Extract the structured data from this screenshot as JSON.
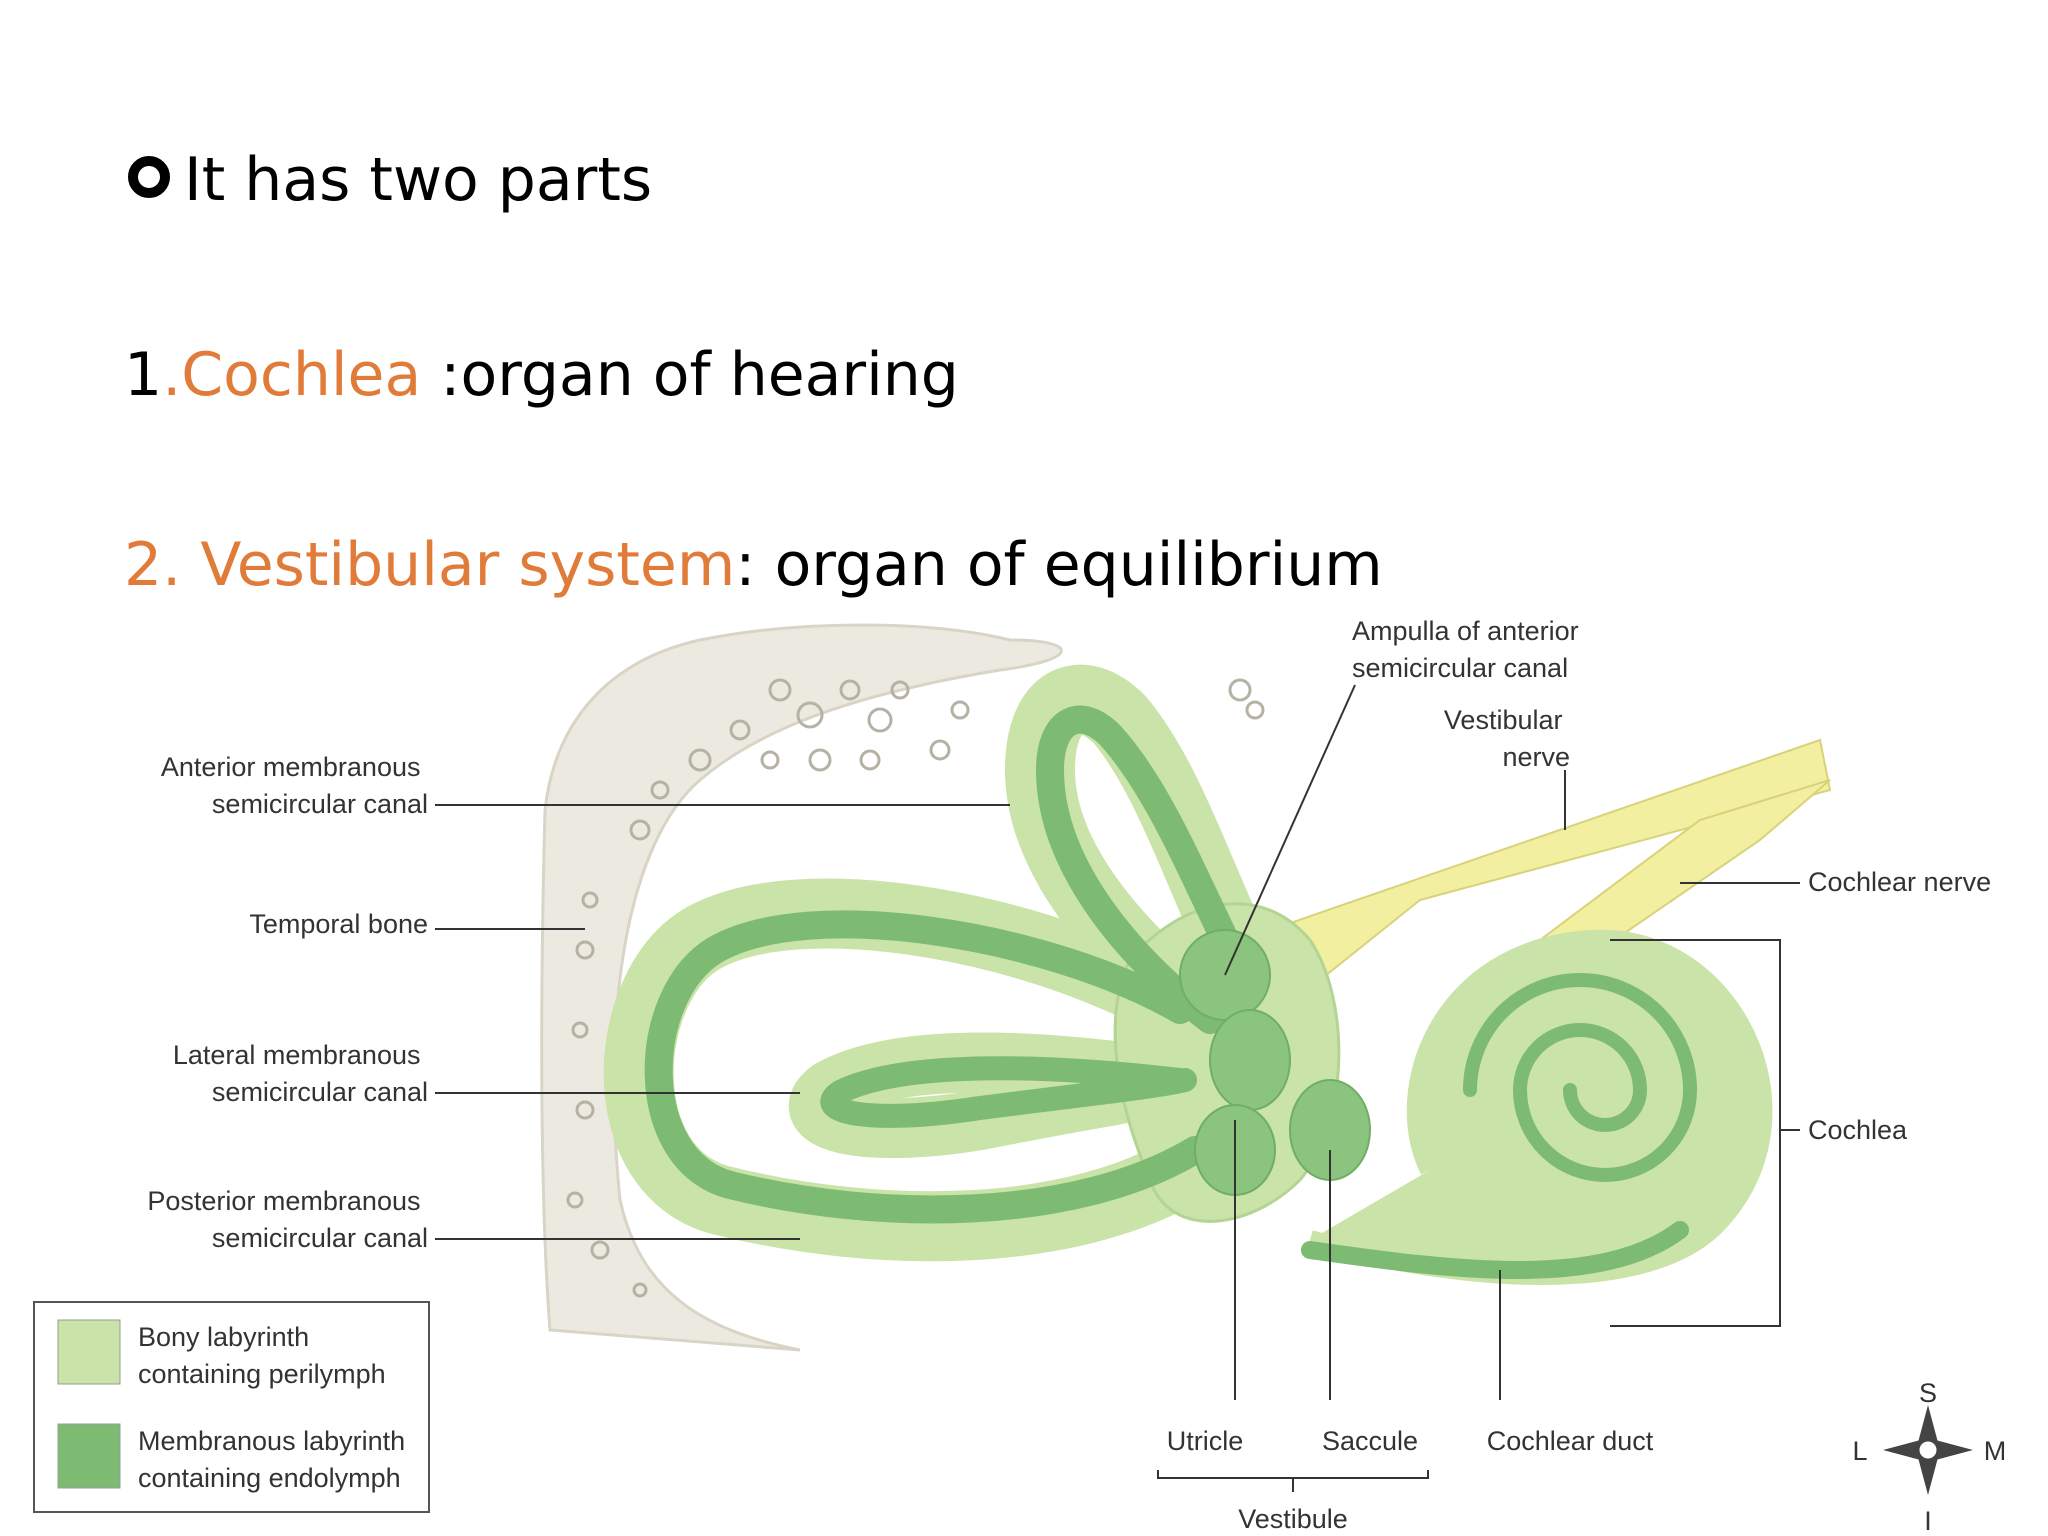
{
  "slide": {
    "bullet_text": "It has two parts",
    "item1": {
      "number": "1",
      "term": ".Cochlea",
      "rest": " :organ of hearing"
    },
    "item2": {
      "term": "2. Vestibular system",
      "rest": ": organ of equilibrium"
    }
  },
  "colors": {
    "accent": "#E07B39",
    "bony": "#C9E3A8",
    "membranous": "#7DBA72",
    "nerve": "#F2EFA0",
    "bone": "#ECEAE0"
  },
  "diagram": {
    "labels": {
      "anterior_canal": [
        "Anterior membranous",
        "semicircular canal"
      ],
      "temporal_bone": "Temporal bone",
      "lateral_canal": [
        "Lateral membranous",
        "semicircular canal"
      ],
      "posterior_canal": [
        "Posterior membranous",
        "semicircular canal"
      ],
      "ampulla": [
        "Ampulla of anterior",
        "semicircular canal"
      ],
      "vestibular_nerve": [
        "Vestibular",
        "nerve"
      ],
      "cochlear_nerve": "Cochlear nerve",
      "cochlea": "Cochlea",
      "utricle": "Utricle",
      "saccule": "Saccule",
      "cochlear_duct": "Cochlear duct",
      "vestibule": "Vestibule"
    },
    "legend": {
      "bony": [
        "Bony labyrinth",
        "containing perilymph"
      ],
      "membranous": [
        "Membranous labyrinth",
        "containing endolymph"
      ]
    },
    "compass": {
      "s": "S",
      "i": "I",
      "l": "L",
      "m": "M"
    }
  }
}
